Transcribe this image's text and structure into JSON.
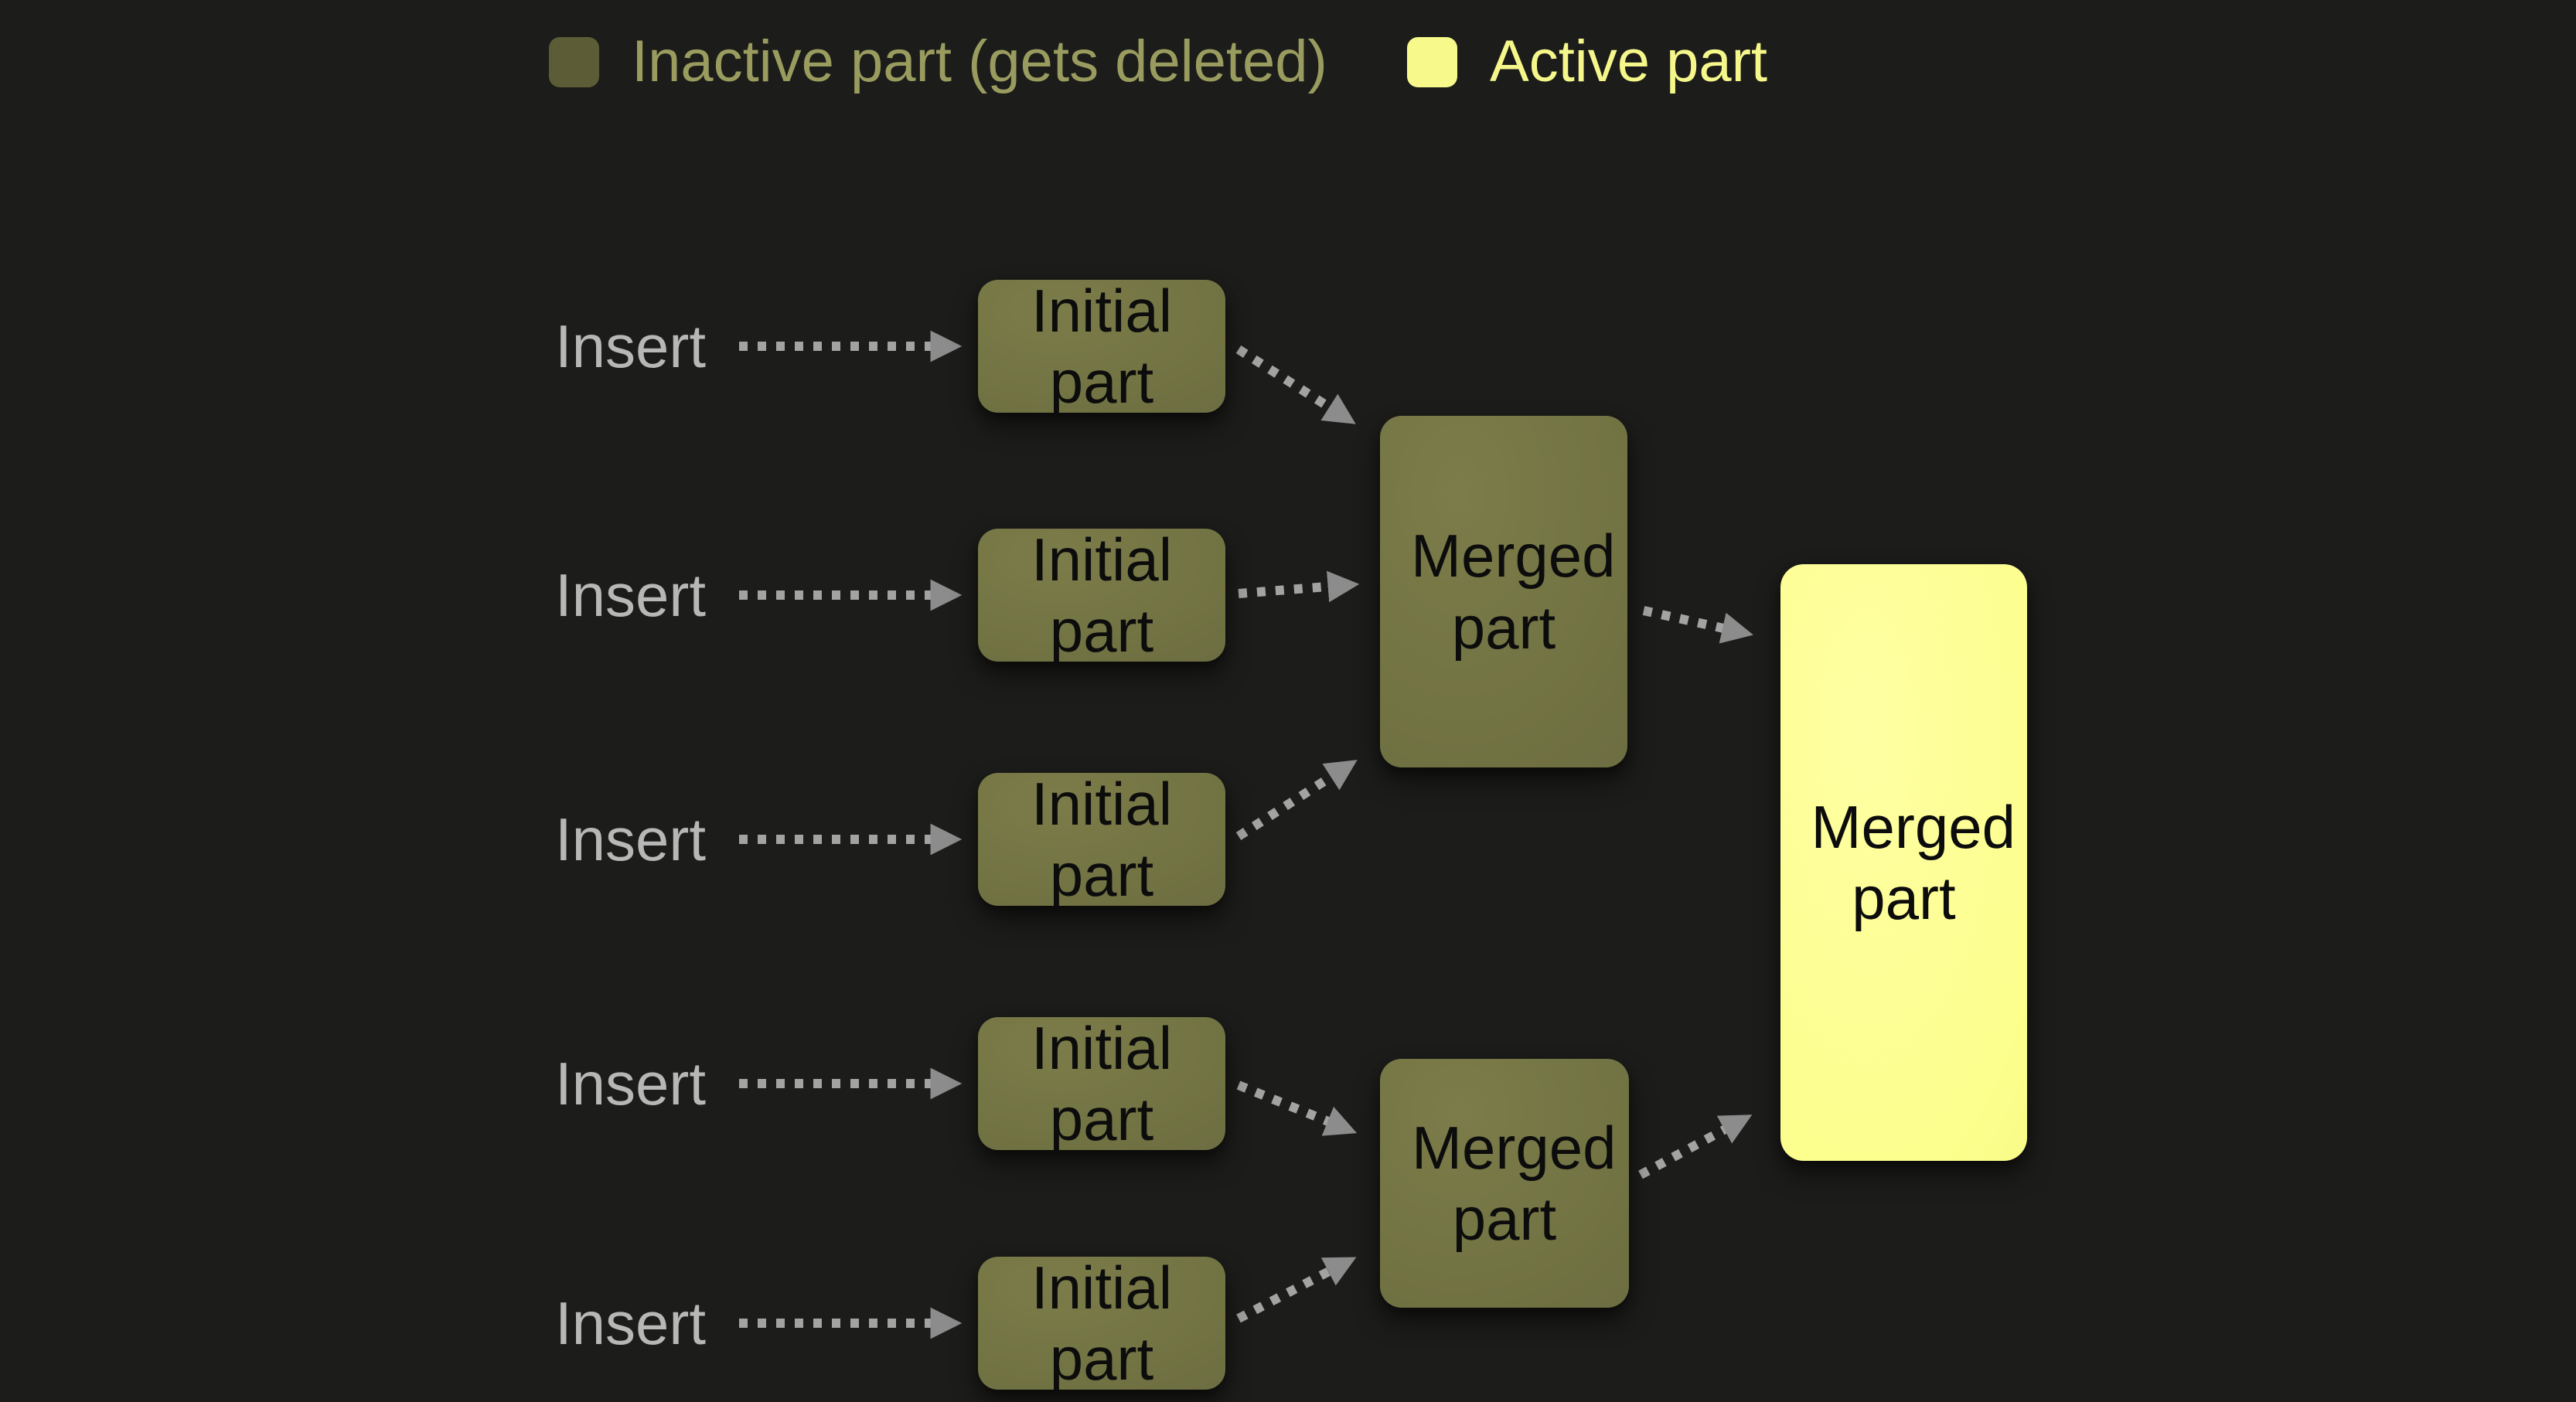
{
  "colors": {
    "background": "#1c1c1a",
    "inactive_box_fill": "#727343",
    "inactive_legend_swatch": "#5c5d37",
    "active_fill": "#fcfe8d",
    "box_text": "#0c0c0c",
    "insert_text": "#b7b7b7",
    "legend_inactive_text": "#999c5e",
    "legend_active_text": "#f5f78a",
    "arrow": "#a3a3a3"
  },
  "legend": {
    "items": [
      {
        "label": "Inactive part (gets deleted)",
        "swatch_color": "#5c5d37"
      },
      {
        "label": "Active part",
        "swatch_color": "#f7f98b"
      }
    ]
  },
  "flow": {
    "insert_rows": [
      {
        "label": "Insert"
      },
      {
        "label": "Insert"
      },
      {
        "label": "Insert"
      },
      {
        "label": "Insert"
      },
      {
        "label": "Insert"
      }
    ],
    "initial_boxes": [
      {
        "label": "Initial part"
      },
      {
        "label": "Initial part"
      },
      {
        "label": "Initial part"
      },
      {
        "label": "Initial part"
      },
      {
        "label": "Initial part"
      }
    ],
    "intermediate_merged_boxes": [
      {
        "label": "Merged part"
      },
      {
        "label": "Merged part"
      }
    ],
    "final_merged_box": {
      "label": "Merged part"
    }
  }
}
